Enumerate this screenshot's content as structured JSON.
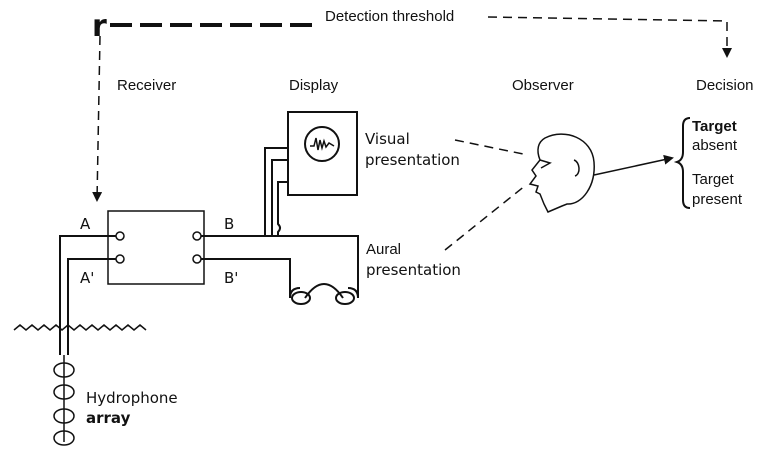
{
  "threshold": {
    "label": "Detection threshold",
    "marker": "r"
  },
  "stages": {
    "receiver": "Receiver",
    "display": "Display",
    "observer": "Observer",
    "decision": "Decision"
  },
  "terminals": {
    "a": "A",
    "a_prime": "A'",
    "b": "B",
    "b_prime": "B'"
  },
  "presentations": {
    "visual_line1": "Visual",
    "visual_line2": "presentation",
    "aural_line1": "Aural",
    "aural_line2": "presentation"
  },
  "decision_options": {
    "absent_line1": "Target",
    "absent_line2": "absent",
    "present_line1": "Target",
    "present_line2": "present"
  },
  "hydrophone": {
    "line1": "Hydrophone",
    "line2": "array"
  }
}
